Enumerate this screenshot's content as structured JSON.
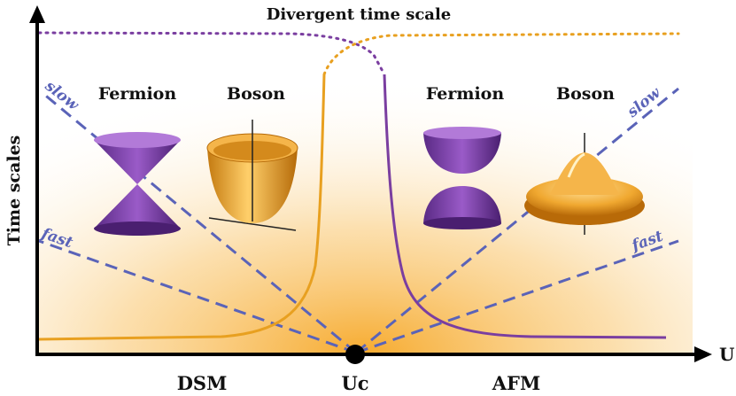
{
  "title": "Divergent time scale",
  "y_axis_label": "Time scales",
  "x_axis_label": "U",
  "regions": {
    "left": "DSM",
    "critical": "Uc",
    "right": "AFM"
  },
  "left_panel": {
    "fermion_label": "Fermion",
    "boson_label": "Boson"
  },
  "right_panel": {
    "fermion_label": "Fermion",
    "boson_label": "Boson"
  },
  "line_labels": {
    "left_slow": "slow",
    "left_fast": "fast",
    "right_slow": "slow",
    "right_fast": "fast"
  },
  "colors": {
    "orange": "#e8a020",
    "purple": "#7a3ea0",
    "dashed_blue": "#5a63b8",
    "axis": "#000000",
    "background_glow": "#f7b84a"
  },
  "icons": [
    "dirac-cone-icon",
    "parabolic-bowl-icon",
    "gapped-bands-icon",
    "mexican-hat-potential-icon"
  ]
}
